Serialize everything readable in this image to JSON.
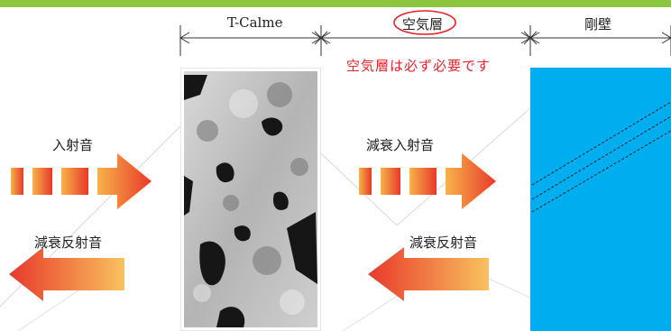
{
  "header_labels": {
    "material": "T-Calme",
    "air_layer": "空気層",
    "rigid_wall": "剛壁"
  },
  "note": "空気層は必ず必要です",
  "arrows": {
    "incident": "入射音",
    "reflected": "減衰反射音",
    "attenuated_incident": "減衰入射音",
    "attenuated_reflected": "減衰反射音"
  },
  "colors": {
    "top_bar": "#8cc63f",
    "wall": "#00aeef",
    "note": "#e4232b",
    "arrow_start": "#f7b24a",
    "arrow_end": "#e8392b"
  }
}
